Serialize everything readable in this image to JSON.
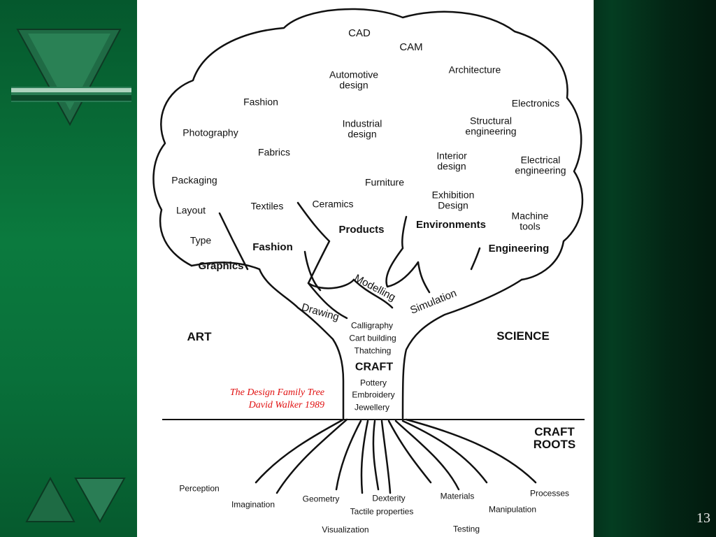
{
  "colors": {
    "caption": "#e01010",
    "sidebar": "#0b7a3e",
    "slide": "#ffffff"
  },
  "caption": {
    "line1": "The Design Family Tree",
    "line2": "David Walker 1989"
  },
  "page_number": "13",
  "regions": {
    "art": "ART",
    "science": "SCIENCE",
    "craft_roots": "CRAFT\nROOTS"
  },
  "canopy": {
    "cad": "CAD",
    "cam": "CAM",
    "automotive": "Automotive\ndesign",
    "architecture": "Architecture",
    "fashion_top": "Fashion",
    "electronics": "Electronics",
    "industrial": "Industrial\ndesign",
    "structural": "Structural\nengineering",
    "photography": "Photography",
    "fabrics": "Fabrics",
    "interior": "Interior\ndesign",
    "electrical": "Electrical\nengineering",
    "packaging": "Packaging",
    "furniture": "Furniture",
    "exhibition": "Exhibition\nDesign",
    "layout": "Layout",
    "textiles": "Textiles",
    "ceramics": "Ceramics",
    "machine_tools": "Machine\ntools",
    "type": "Type"
  },
  "branches": {
    "graphics": "Graphics",
    "fashion": "Fashion",
    "products": "Products",
    "environments": "Environments",
    "engineering": "Engineering",
    "drawing": "Drawing",
    "modelling": "Modelling",
    "simulation": "Simulation"
  },
  "trunk": {
    "calligraphy": "Calligraphy",
    "cart_building": "Cart building",
    "thatching": "Thatching",
    "craft": "CRAFT",
    "pottery": "Pottery",
    "embroidery": "Embroidery",
    "jewellery": "Jewellery"
  },
  "roots": {
    "perception": "Perception",
    "imagination": "Imagination",
    "geometry": "Geometry",
    "dexterity": "Dexterity",
    "tactile": "Tactile properties",
    "materials": "Materials",
    "processes": "Processes",
    "manipulation": "Manipulation",
    "visualization": "Visualization",
    "testing": "Testing"
  }
}
